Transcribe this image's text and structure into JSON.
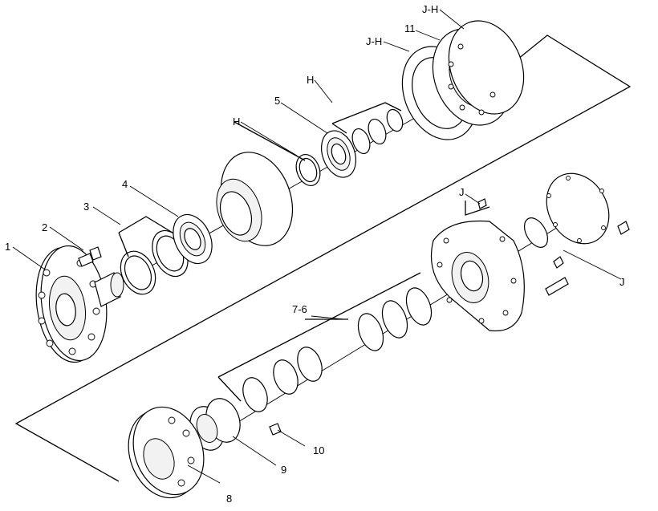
{
  "labels": {
    "p1": "1",
    "p2": "2",
    "p3": "3",
    "p4": "4",
    "p5": "5",
    "h1": "H",
    "h2": "H",
    "jh1": "J-H",
    "jh2": "J-H",
    "p11": "11",
    "j1": "J",
    "j2": "J",
    "p76": "7-6",
    "p8": "8",
    "p9": "9",
    "p10": "10"
  }
}
